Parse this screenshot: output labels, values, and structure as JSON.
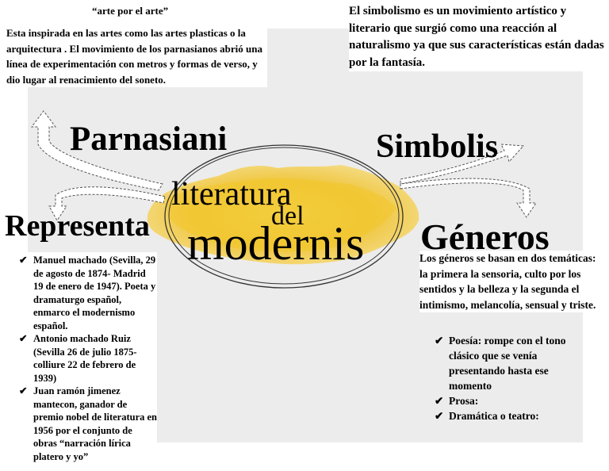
{
  "parnasianismo": {
    "subtitle": "“arte por el arte”",
    "text": "Esta inspirada en las artes como las artes plasticas o la arquitectura . El movimiento de los parnasianos abrió una línea de experimentación con metros y formas de verso, y dio lugar al renacimiento del soneto.",
    "heading": "Parnasiani"
  },
  "simbolismo": {
    "text": "El simbolismo es un movimiento artístico y literario que surgió como una reacción al naturalismo ya que sus características están dadas por la fantasía.",
    "heading": "Simbolis"
  },
  "center": {
    "line1": "literatura",
    "line2": "del",
    "line3": "modernis"
  },
  "representantes": {
    "heading": "Representa",
    "items": [
      "Manuel machado (Sevilla, 29 de agosto de 1874- Madrid 19 de enero de 1947). Poeta y dramaturgo español, enmarco el modernismo español.",
      "Antonio machado Ruiz (Sevilla 26 de julio 1875- colliure 22 de febrero de 1939)",
      "Juan ramón jimenez mantecon, ganador de premio nobel de literatura en 1956 por el conjunto de obras “narración lírica platero y yo”"
    ]
  },
  "generos": {
    "heading": "Géneros",
    "text": "Los géneros se basan en dos temáticas: la primera la sensoria, culto por los sentidos y la belleza y la segunda el intimismo, melancolía, sensual y triste.",
    "items": [
      "Poesía: rompe con el tono clásico que se venía presentando hasta ese momento",
      "Prosa:",
      "Dramática o teatro:"
    ]
  },
  "check_symbol": "✔",
  "colors": {
    "panel": "#ececec",
    "watercolor": "#f0c020",
    "text": "#000000"
  }
}
